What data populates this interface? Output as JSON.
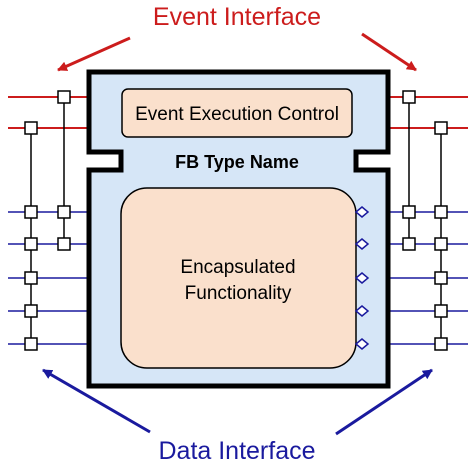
{
  "labels": {
    "event_interface": "Event Interface",
    "data_interface": "Data Interface",
    "ecc": "Event Execution Control",
    "type_name": "FB Type Name",
    "body_line1": "Encapsulated",
    "body_line2": "Functionality"
  },
  "colors": {
    "event": "#cc1c1c",
    "data": "#1a1a9e",
    "block_fill": "#d6e6f7",
    "inner_fill": "#fae0cc",
    "outline": "#000000"
  }
}
